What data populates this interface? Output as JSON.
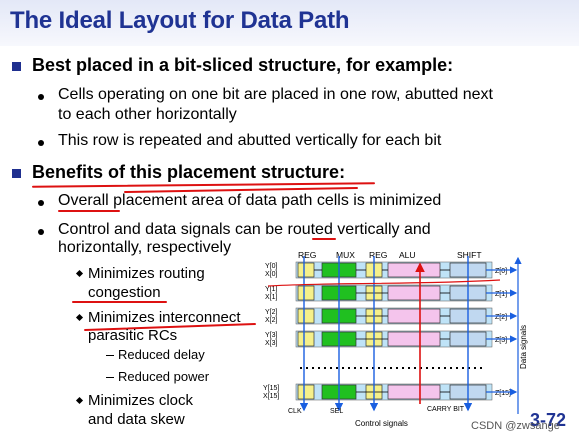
{
  "title": "The Ideal Layout for Data Path",
  "bullets": {
    "b1": "Best placed in a bit-sliced structure, for example:",
    "b1_1": "Cells operating on one bit are placed in one row, abutted next",
    "b1_1b": "to each other horizontally",
    "b1_2": "This row is repeated and abutted vertically for each bit",
    "b2": "Benefits of this placement structure:",
    "b2_1": "Overall placement area of data path cells is minimized",
    "b2_2": "Control and data signals can be routed vertically and",
    "b2_2b": "horizontally, respectively",
    "s1": "Minimizes routing",
    "s1b": "congestion",
    "s2": "Minimizes interconnect",
    "s2b": "parasitic RCs",
    "d1": "Reduced delay",
    "d2": "Reduced power",
    "s3": "Minimizes clock",
    "s3b": "and data skew"
  },
  "diagram": {
    "headers": {
      "reg1": "REG",
      "mux": "MUX",
      "reg2": "REG",
      "alu": "ALU",
      "shift": "SHIFT"
    },
    "inputs": [
      {
        "y": "Y[0]",
        "x": "X[0]",
        "z": "Z[0]"
      },
      {
        "y": "Y[1]",
        "x": "X[1]",
        "z": "Z[1]"
      },
      {
        "y": "Y[2]",
        "x": "X[2]",
        "z": "Z[2]"
      },
      {
        "y": "Y[3]",
        "x": "X[3]",
        "z": "Z[3]"
      },
      {
        "y": "Y[15]",
        "x": "X[15]",
        "z": "Z[15]"
      }
    ],
    "clk": "CLK",
    "sel": "SEL",
    "control": "Control signals",
    "carry": "CARRY BIT",
    "data_signals": "Data signals"
  },
  "footer": {
    "watermark": "CSDN @zwsange",
    "page": "3-72"
  },
  "colors": {
    "title": "#1f3393",
    "reg": "#f5f08a",
    "mux": "#20c020",
    "alu": "#f4c4ec",
    "shift": "#c0d8f0",
    "annotation": "#dd1111",
    "bus": "#1a5fe0"
  }
}
